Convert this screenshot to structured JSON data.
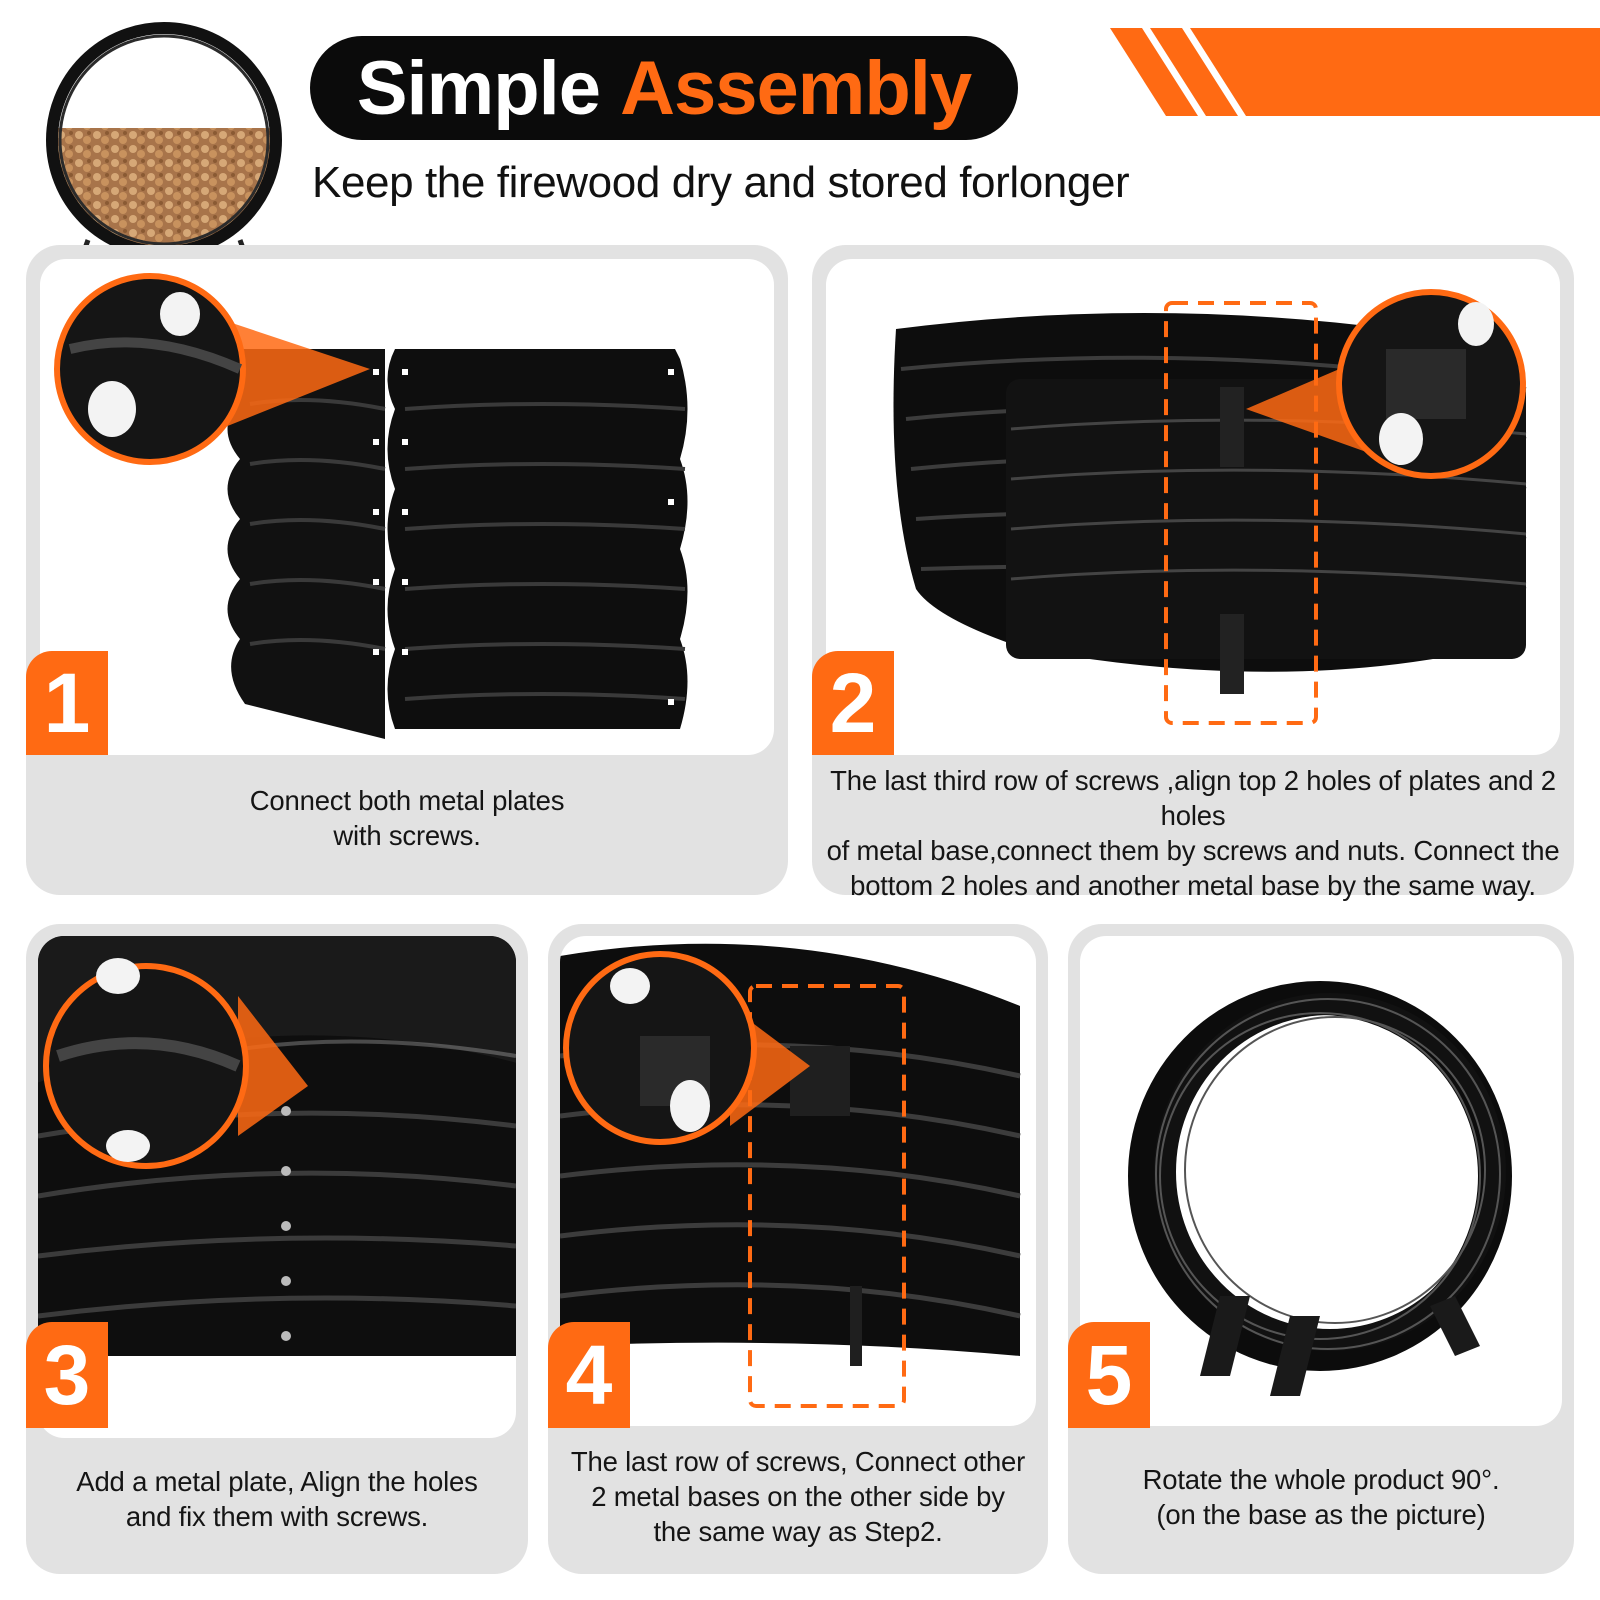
{
  "header": {
    "title_white": "Simple",
    "title_orange": "Assembly",
    "subtitle": "Keep the firewood dry and stored forlonger"
  },
  "steps": [
    {
      "number": "1",
      "caption_lines": [
        "Connect both metal plates",
        "with screws."
      ]
    },
    {
      "number": "2",
      "caption_lines": [
        "The last third row of screws ,align top 2 holes of plates and 2 holes",
        "of metal base,connect them by screws and nuts. Connect the",
        "bottom 2 holes and another metal base by the same way."
      ]
    },
    {
      "number": "3",
      "caption_lines": [
        "Add a metal plate, Align the holes",
        "and fix them with screws."
      ]
    },
    {
      "number": "4",
      "caption_lines": [
        "The last row of screws, Connect other",
        "2 metal bases on the other side by",
        "the same way as Step2."
      ]
    },
    {
      "number": "5",
      "caption_lines": [
        "Rotate the whole product 90°.",
        "(on the base as the picture)"
      ]
    }
  ],
  "colors": {
    "accent": "#ff6a13",
    "dark": "#0b0b0b",
    "card": "#e2e2e2"
  }
}
